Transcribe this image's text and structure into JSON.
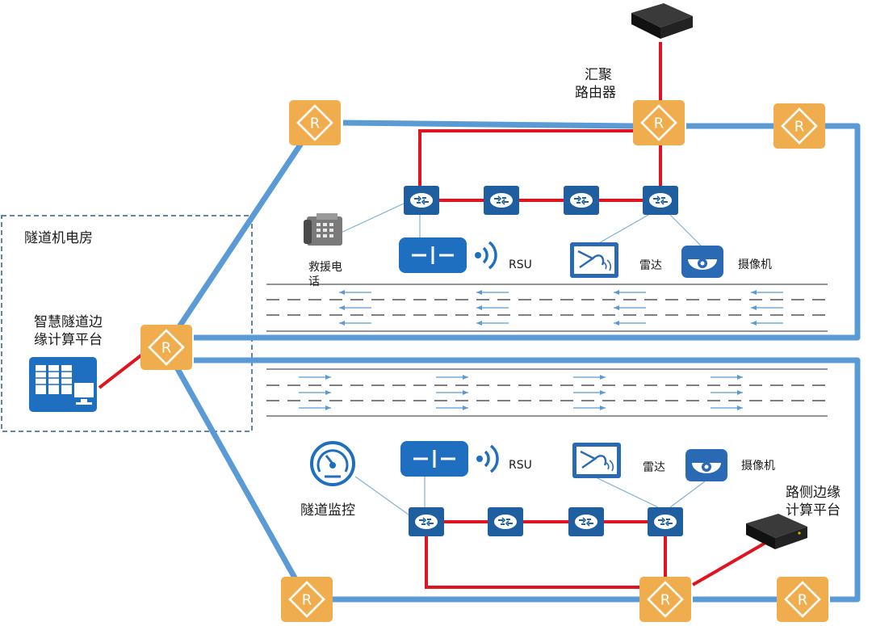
{
  "labels": {
    "machine_room": "隧道机电房",
    "edge_platform_line1": "智慧隧道边",
    "edge_platform_line2": "缘计算平台",
    "aggregation_router_line1": "汇聚",
    "aggregation_router_line2": "路由器",
    "rescue_phone_line1": "救援电",
    "rescue_phone_line2": "话",
    "rsu_top": "RSU",
    "radar_top": "雷达",
    "camera_top": "摄像机",
    "tunnel_monitor": "隧道监控",
    "rsu_bottom": "RSU",
    "radar_bottom": "雷达",
    "camera_bottom": "摄像机",
    "roadside_platform_line1": "路侧边缘",
    "roadside_platform_line2": "计算平台"
  },
  "icons": {
    "router": "R",
    "switch": "switch-icon",
    "rsu": "rsu-icon",
    "radar": "radar-icon",
    "camera": "dome-camera-icon",
    "phone": "phone-icon",
    "gauge": "gauge-icon",
    "server": "server-icon",
    "edge_box": "edge-box-icon"
  },
  "colors": {
    "backbone": "#5b9bd5",
    "local_link": "#e0141e",
    "access_link": "#7fb1dc",
    "router_fill": "#f0ad4e",
    "switch_fill": "#1f5fa0",
    "room_border": "#2e5e8e"
  }
}
